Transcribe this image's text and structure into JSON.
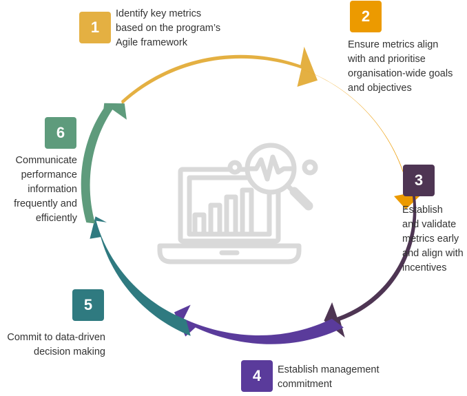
{
  "colors": {
    "step1": "#e4b042",
    "step2": "#ec9a00",
    "step3": "#4e3553",
    "step4": "#5a3b9b",
    "step5": "#2f7a80",
    "step6": "#5e9b7c",
    "icon": "#d9d9d9",
    "text": "#333333"
  },
  "center_icon": "laptop-analytics-magnifier-icon",
  "steps": [
    {
      "number": "1",
      "lines": [
        "Identify key metrics",
        "based on the program’s",
        "Agile framework"
      ]
    },
    {
      "number": "2",
      "lines": [
        "Ensure metrics align",
        "with and prioritise",
        "organisation-wide goals",
        "and objectives"
      ]
    },
    {
      "number": "3",
      "lines": [
        "Establish",
        "and validate",
        "metrics early",
        "and align with",
        "incentives"
      ]
    },
    {
      "number": "4",
      "lines": [
        "Establish management",
        "commitment"
      ]
    },
    {
      "number": "5",
      "lines": [
        "Commit to data-driven",
        "decision making"
      ]
    },
    {
      "number": "6",
      "lines": [
        "Communicate",
        "performance",
        "information",
        "frequently and",
        "efficiently"
      ]
    }
  ]
}
